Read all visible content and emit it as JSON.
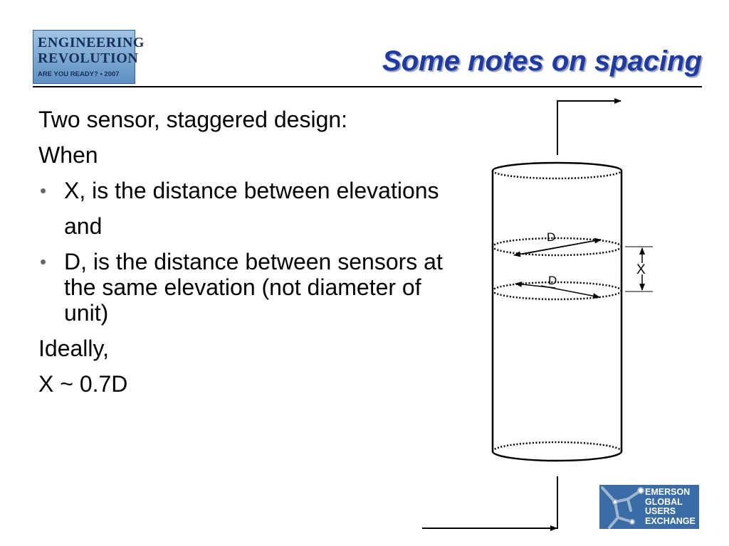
{
  "logo_top": {
    "line1": "ENGINEERING",
    "line2": "REVOLUTION",
    "tagline": "ARE YOU READY? • 2007"
  },
  "slide": {
    "title": "Some notes on spacing",
    "lines": {
      "intro": "Two sensor, staggered design:",
      "when": "When",
      "bullet1": "X, is the distance between elevations",
      "and": "and",
      "bullet2": "D, is the distance between sensors at the same elevation (not diameter of unit)",
      "ideally": "Ideally,",
      "formula": "X ~ 0.7D"
    },
    "bullet_glyph": "•"
  },
  "diagram": {
    "label_d_upper": "D",
    "label_d_lower": "D",
    "label_x": "X"
  },
  "logo_bottom": {
    "line1": "EMERSON",
    "line2": "GLOBAL",
    "line3": "USERS",
    "line4": "EXCHANGE"
  },
  "colors": {
    "title": "#1f3aa0",
    "logo_bottom_bg": "#3a6da6"
  }
}
